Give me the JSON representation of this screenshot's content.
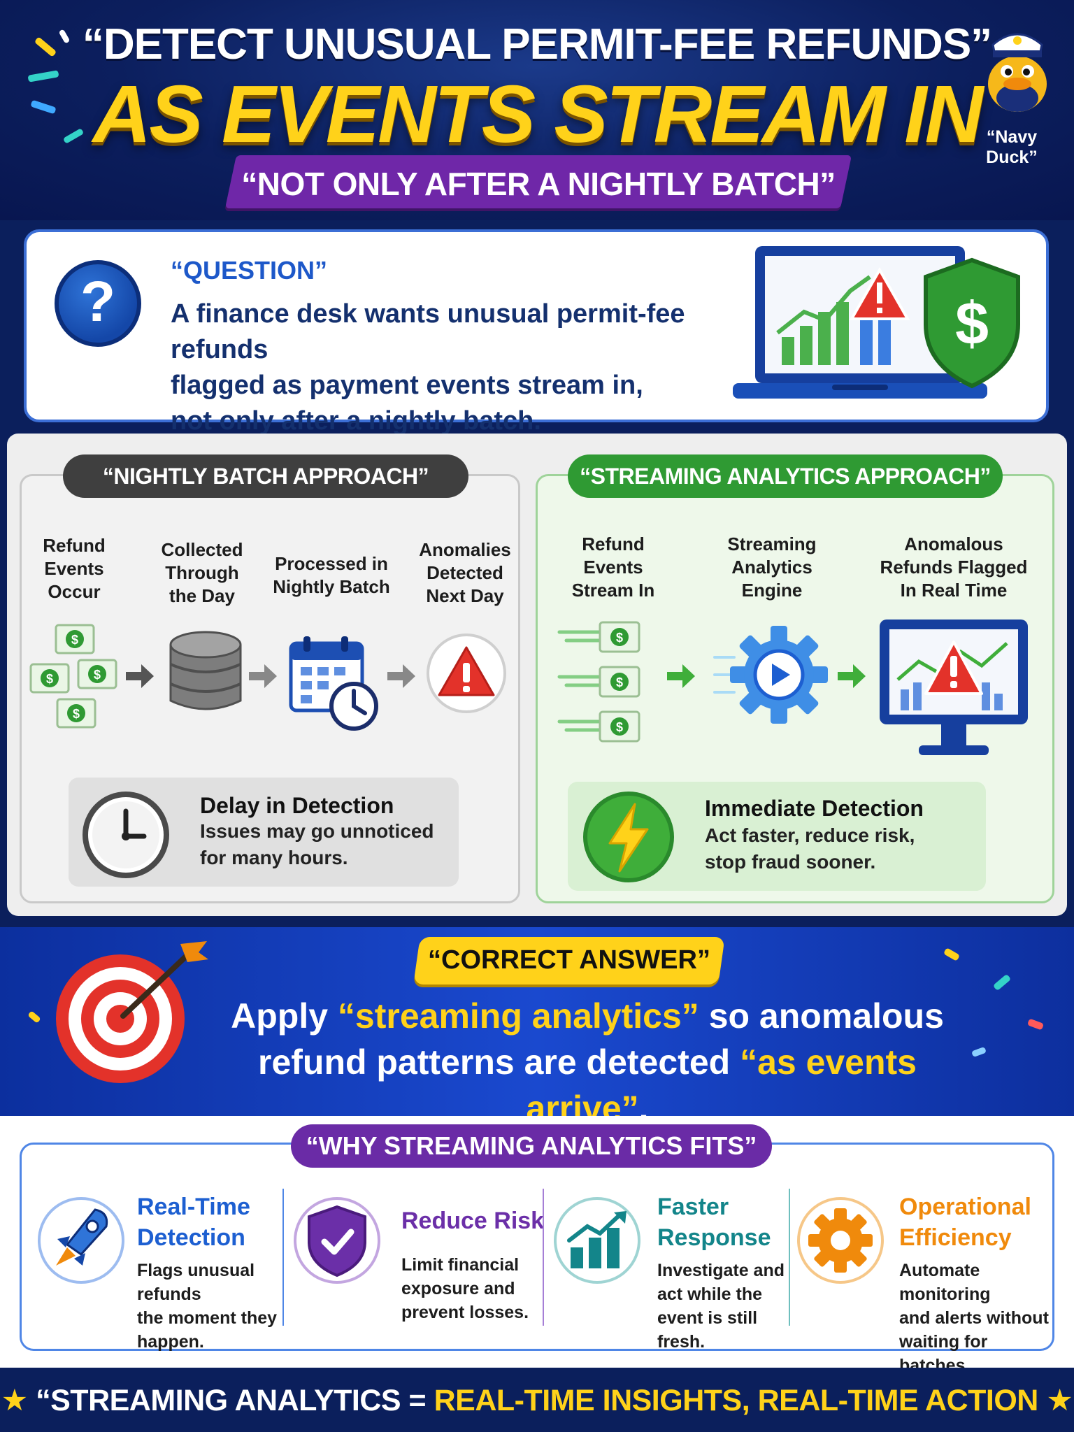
{
  "header": {
    "title_line1": "“DETECT UNUSUAL PERMIT-FEE REFUNDS”",
    "title_line2": "AS EVENTS STREAM IN",
    "subtitle": "“NOT ONLY AFTER A NIGHTLY BATCH”",
    "mascot_label": "“Navy Duck”"
  },
  "question": {
    "label": "“QUESTION”",
    "lines": [
      "A finance desk wants unusual permit-fee refunds",
      "flagged as payment events stream in,",
      "not only after a nightly batch."
    ],
    "icon": "question-mark-icon",
    "illustration": "laptop-chart-warning-shield-dollar"
  },
  "batch": {
    "heading": "“NIGHTLY BATCH APPROACH”",
    "steps": [
      {
        "label": [
          "Refund",
          "Events",
          "Occur"
        ],
        "icon": "dollar-bills-icon"
      },
      {
        "label": [
          "Collected",
          "Through",
          "the Day"
        ],
        "icon": "database-icon"
      },
      {
        "label": [
          "Processed in",
          "Nightly Batch"
        ],
        "icon": "calendar-clock-icon"
      },
      {
        "label": [
          "Anomalies",
          "Detected",
          "Next Day"
        ],
        "icon": "warning-icon"
      }
    ],
    "note_title": "Delay in Detection",
    "note_lines": [
      "Issues may go unnoticed",
      "for many hours."
    ],
    "note_icon": "clock-icon"
  },
  "stream": {
    "heading": "“STREAMING ANALYTICS APPROACH”",
    "steps": [
      {
        "label": [
          "Refund",
          "Events",
          "Stream In"
        ],
        "icon": "dollar-stream-icon"
      },
      {
        "label": [
          "Streaming",
          "Analytics",
          "Engine"
        ],
        "icon": "gear-play-icon"
      },
      {
        "label": [
          "Anomalous",
          "Refunds Flagged",
          "In Real Time"
        ],
        "icon": "monitor-warning-icon"
      }
    ],
    "note_title": "Immediate Detection",
    "note_lines": [
      "Act faster, reduce risk,",
      "stop fraud sooner."
    ],
    "note_icon": "lightning-icon"
  },
  "answer": {
    "label": "“CORRECT ANSWER”",
    "line1_a": "Apply ",
    "line1_hl": "“streaming analytics”",
    "line1_b": " so anomalous",
    "line2_a": "refund patterns are detected ",
    "line2_hl": "“as events arrive”",
    "line2_b": "."
  },
  "why": {
    "heading": "“WHY STREAMING ANALYTICS FITS”",
    "items": [
      {
        "title": [
          "Real-Time",
          "Detection"
        ],
        "text": [
          "Flags unusual refunds",
          "the moment they",
          "happen."
        ],
        "icon": "rocket-icon",
        "color": "#1d5fd1"
      },
      {
        "title": [
          "Reduce Risk"
        ],
        "text": [
          "Limit financial",
          "exposure and",
          "prevent losses."
        ],
        "icon": "shield-check-icon",
        "color": "#6b2fa8"
      },
      {
        "title": [
          "Faster",
          "Response"
        ],
        "text": [
          "Investigate and",
          "act while the",
          "event is still fresh."
        ],
        "icon": "growth-chart-icon",
        "color": "#13858a"
      },
      {
        "title": [
          "Operational",
          "Efficiency"
        ],
        "text": [
          "Automate monitoring",
          "and alerts without",
          "waiting for batches."
        ],
        "icon": "gear-icon",
        "color": "#f08a0c"
      }
    ]
  },
  "footer": {
    "text_a": "“STREAMING ANALYTICS = ",
    "text_hl": "REAL-TIME INSIGHTS, REAL-TIME ACTION",
    "star": "★"
  },
  "colors": {
    "navy": "#0b1f5c",
    "yellow": "#ffd21a",
    "purple": "#6f27a8",
    "green": "#2f9a33",
    "blue": "#1d5fd1"
  }
}
